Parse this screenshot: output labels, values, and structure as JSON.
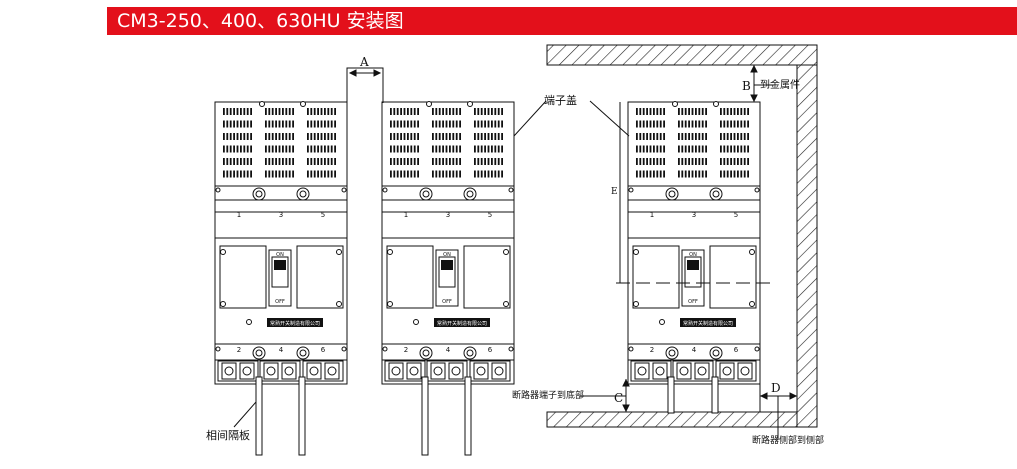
{
  "title": "CM3-250、400、630HU 安装图",
  "labels": {
    "terminal_cover": "端子盖",
    "phase_barrier": "相间隔板",
    "to_metal_part": "到金属件",
    "terminal_to_bottom": "断路器端子到底部",
    "side_to_side": "断路器侧部到侧部"
  },
  "dimensions": {
    "a": "A",
    "b": "B",
    "c": "C",
    "d": "D",
    "e": "E"
  },
  "breaker": {
    "top_terminals": [
      "1",
      "3",
      "5"
    ],
    "bottom_terminals": [
      "2",
      "4",
      "6"
    ],
    "handle_on": "ON",
    "handle_off": "OFF",
    "nameplate": "常熟开关制造有限公司"
  },
  "colors": {
    "title_bar": "#e3101b",
    "title_text": "#ffffff",
    "line": "#111111"
  }
}
